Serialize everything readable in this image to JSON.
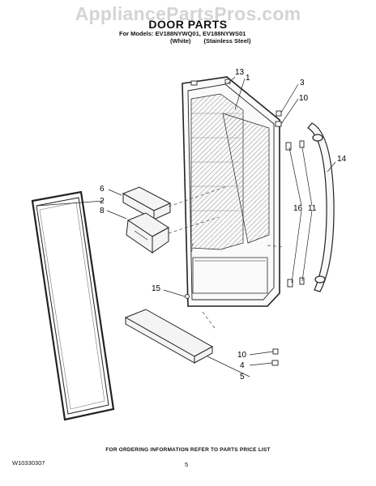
{
  "watermark": "AppliancePartsPros.com",
  "title": "DOOR PARTS",
  "models_line": "For Models: EV188NYWQ01, EV188NYWS01",
  "variants": [
    "(White)",
    "(Stainless Steel)"
  ],
  "footer_note": "FOR ORDERING INFORMATION REFER TO PARTS PRICE LIST",
  "doc_number": "W10330307",
  "page_number": "5",
  "callouts": {
    "c13": "13",
    "c1": "1",
    "c3": "3",
    "c10a": "10",
    "c14": "14",
    "c6": "6",
    "c2": "2",
    "c8": "8",
    "c16": "16",
    "c11": "11",
    "c15": "15",
    "c10b": "10",
    "c4": "4",
    "c5": "5"
  }
}
